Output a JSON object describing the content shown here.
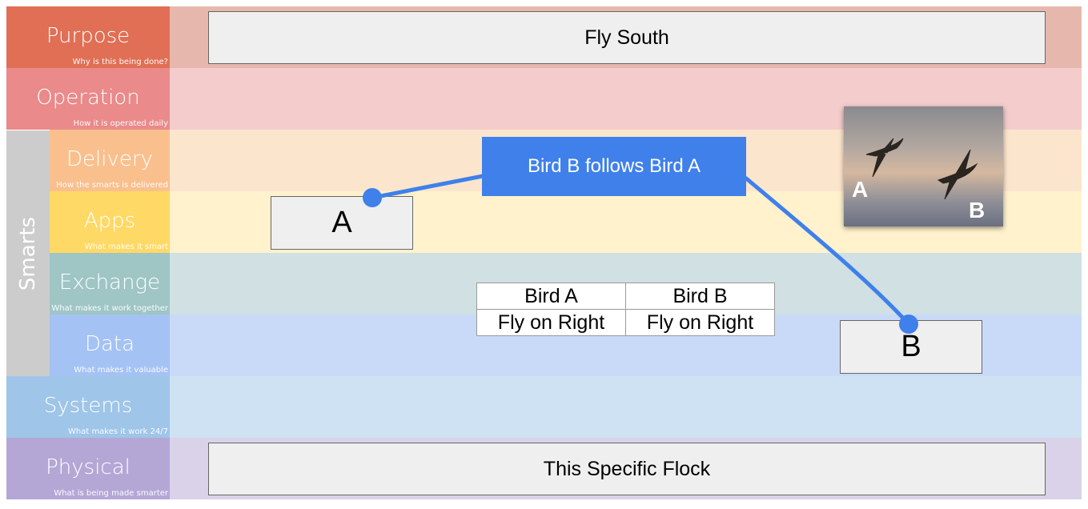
{
  "layers": [
    {
      "id": "purpose",
      "title": "Purpose",
      "subtitle": "Why is this being done?",
      "label_color": "#e06f55",
      "band_color": "#e6b8ad"
    },
    {
      "id": "operation",
      "title": "Operation",
      "subtitle": "How it is operated daily",
      "label_color": "#ea8a8a",
      "band_color": "#f4cccc"
    },
    {
      "id": "delivery",
      "title": "Delivery",
      "subtitle": "How the smarts is delivered",
      "label_color": "#f9c08e",
      "band_color": "#fce5cd"
    },
    {
      "id": "apps",
      "title": "Apps",
      "subtitle": "What makes it smart",
      "label_color": "#ffd966",
      "band_color": "#fff2cc"
    },
    {
      "id": "exchange",
      "title": "Exchange",
      "subtitle": "What makes it work together",
      "label_color": "#9fc5c5",
      "band_color": "#d0e0e3"
    },
    {
      "id": "data",
      "title": "Data",
      "subtitle": "What makes it valuable",
      "label_color": "#a4c2f4",
      "band_color": "#c9daf8"
    },
    {
      "id": "systems",
      "title": "Systems",
      "subtitle": "What makes it work 24/7",
      "label_color": "#9fc5e8",
      "band_color": "#cfe2f3"
    },
    {
      "id": "physical",
      "title": "Physical",
      "subtitle": "What is being made smarter",
      "label_color": "#b4a7d6",
      "band_color": "#d9d2e9"
    }
  ],
  "smarts_label": "Smarts",
  "purpose_box": "Fly South",
  "physical_box": "This Specific Flock",
  "follow_label": "Bird B follows Bird A",
  "node_a": "A",
  "node_b": "B",
  "table": {
    "headers": [
      "Bird A",
      "Bird B"
    ],
    "row": [
      "Fly on Right",
      "Fly on Right"
    ]
  },
  "photo": {
    "label_a": "A",
    "label_b": "B",
    "depicts": "two geese flying"
  },
  "colors": {
    "connector": "#3f80ea",
    "follow_box": "#3f80ea"
  }
}
